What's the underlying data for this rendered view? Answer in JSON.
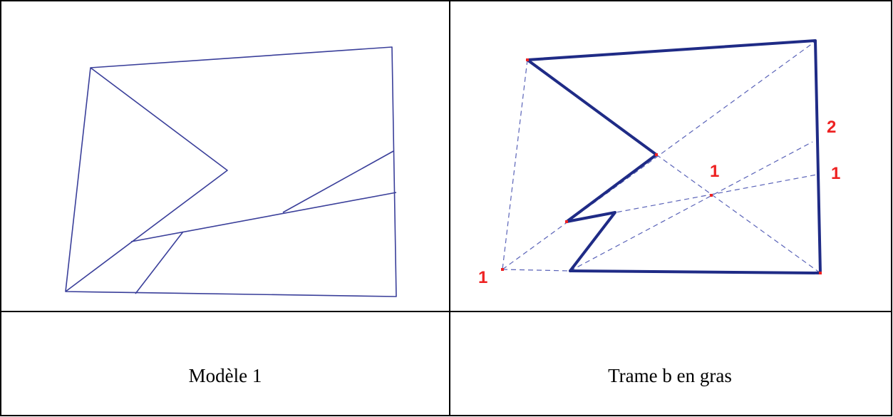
{
  "table": {
    "left_caption": "Modèle 1",
    "right_caption": "Trame b en gras"
  },
  "figure_right": {
    "labels": [
      "1",
      "1",
      "2",
      "1"
    ]
  },
  "colors": {
    "line": "#3a3f9a",
    "bold_line": "#1f2b86",
    "label": "#ee2222",
    "border": "#000000"
  }
}
